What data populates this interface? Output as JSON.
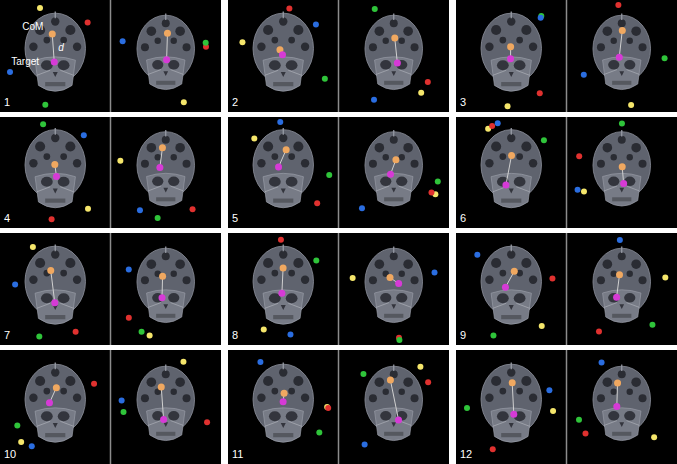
{
  "diagram": {
    "labels": [
      "CoM",
      "d",
      "Target",
      "1",
      "2",
      "3",
      "4",
      "5",
      "6",
      "7",
      "8",
      "9",
      "10",
      "11",
      "12"
    ]
  }
}
